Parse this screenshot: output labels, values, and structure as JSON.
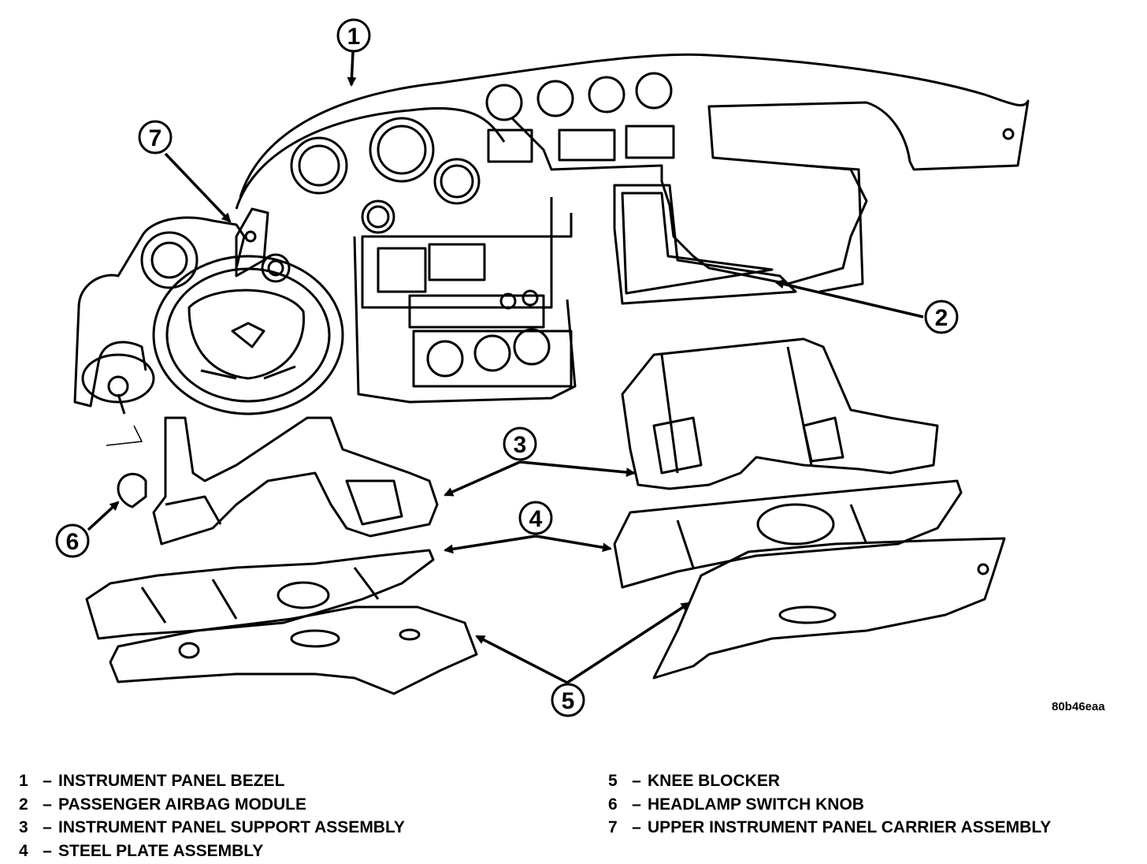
{
  "callouts": [
    {
      "number": "1"
    },
    {
      "number": "2"
    },
    {
      "number": "3"
    },
    {
      "number": "4"
    },
    {
      "number": "5"
    },
    {
      "number": "6"
    },
    {
      "number": "7"
    }
  ],
  "figure_code": "80b46eaa",
  "legend": [
    {
      "number": "1",
      "dash": "–",
      "label": "INSTRUMENT PANEL BEZEL"
    },
    {
      "number": "2",
      "dash": "–",
      "label": "PASSENGER AIRBAG MODULE"
    },
    {
      "number": "3",
      "dash": "–",
      "label": "INSTRUMENT PANEL SUPPORT ASSEMBLY"
    },
    {
      "number": "4",
      "dash": "–",
      "label": "STEEL PLATE ASSEMBLY"
    },
    {
      "number": "5",
      "dash": "–",
      "label": "KNEE BLOCKER"
    },
    {
      "number": "6",
      "dash": "–",
      "label": "HEADLAMP SWITCH KNOB"
    },
    {
      "number": "7",
      "dash": "–",
      "label": "UPPER INSTRUMENT PANEL CARRIER ASSEMBLY"
    }
  ]
}
